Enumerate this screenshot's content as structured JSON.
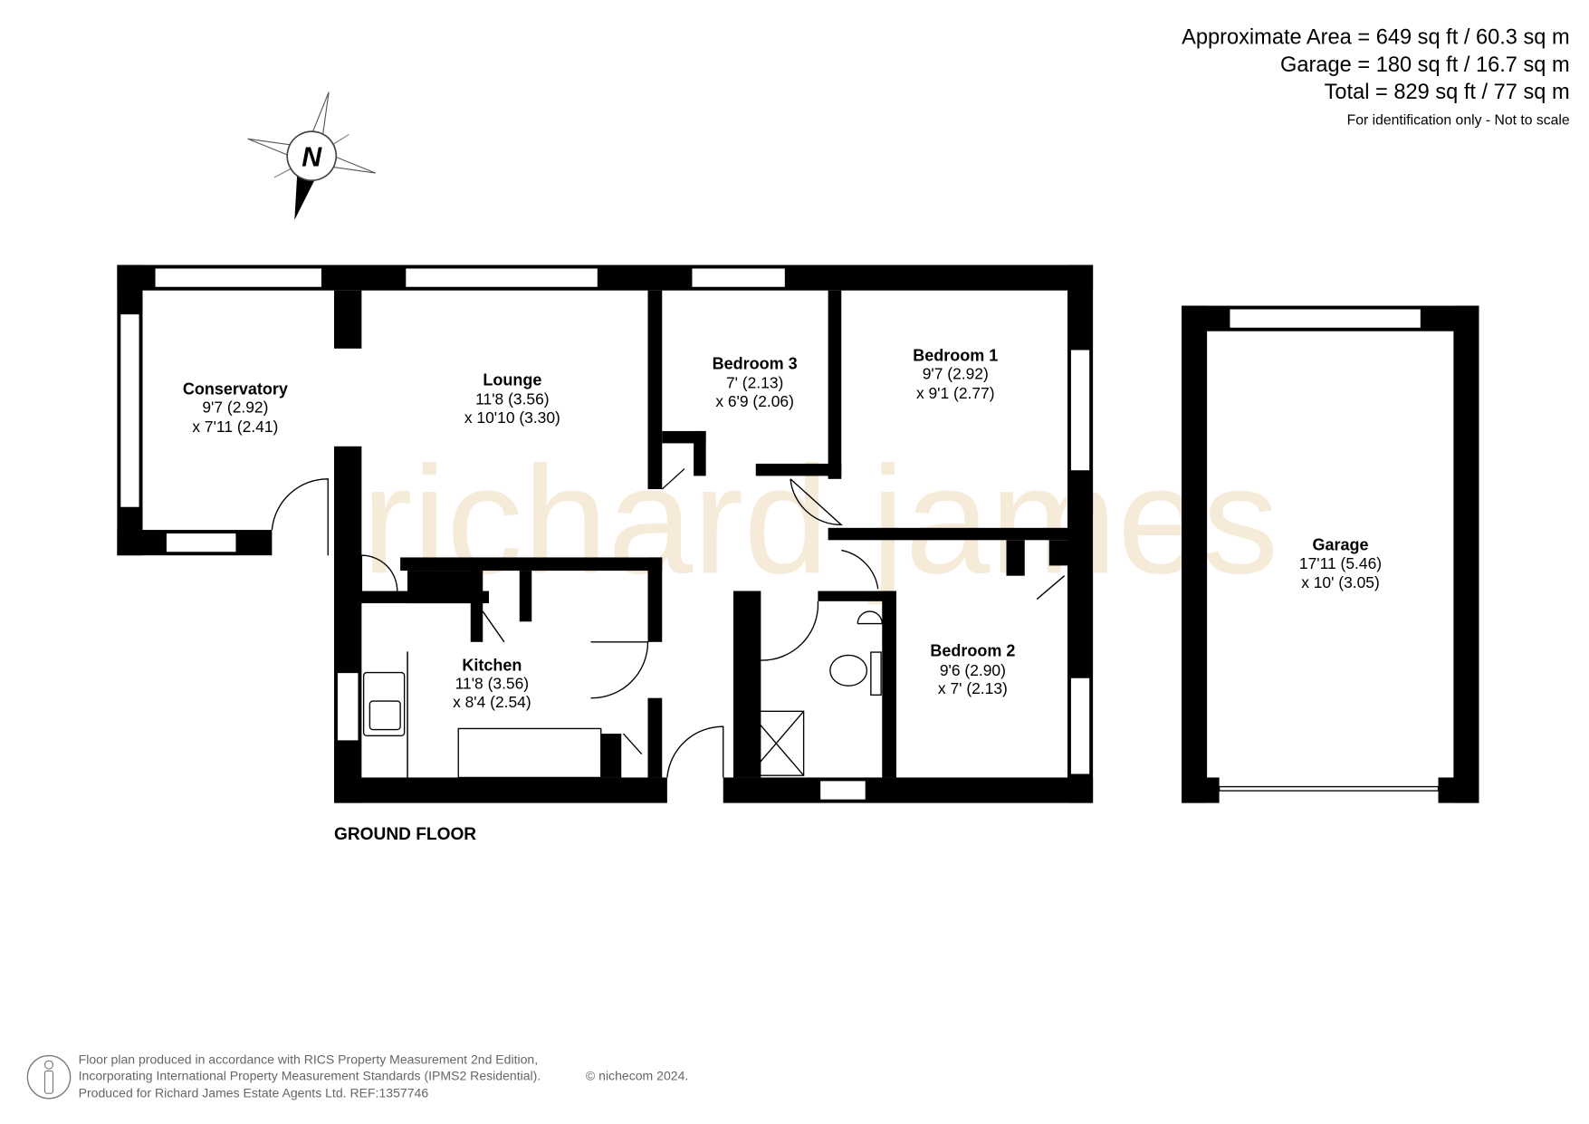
{
  "areas": {
    "approximate": "Approximate Area = 649 sq ft / 60.3 sq m",
    "garage": "Garage = 180 sq ft / 16.7 sq m",
    "total": "Total = 829 sq ft / 77 sq m",
    "note": "For identification only - Not to scale"
  },
  "compass": {
    "label": "N"
  },
  "watermark": "richard james",
  "floor_label": "GROUND FLOOR",
  "rooms": {
    "conservatory": {
      "name": "Conservatory",
      "dim1": "9'7 (2.92)",
      "dim2": "x 7'11 (2.41)"
    },
    "lounge": {
      "name": "Lounge",
      "dim1": "11'8 (3.56)",
      "dim2": "x 10'10 (3.30)"
    },
    "bedroom3": {
      "name": "Bedroom 3",
      "dim1": "7' (2.13)",
      "dim2": "x 6'9 (2.06)"
    },
    "bedroom1": {
      "name": "Bedroom 1",
      "dim1": "9'7 (2.92)",
      "dim2": "x 9'1 (2.77)"
    },
    "kitchen": {
      "name": "Kitchen",
      "dim1": "11'8 (3.56)",
      "dim2": "x 8'4 (2.54)"
    },
    "bedroom2": {
      "name": "Bedroom 2",
      "dim1": "9'6 (2.90)",
      "dim2": "x 7' (2.13)"
    },
    "garage": {
      "name": "Garage",
      "dim1": "17'11 (5.46)",
      "dim2": "x 10' (3.05)"
    }
  },
  "footer": {
    "line1": "Floor plan produced in accordance with RICS Property Measurement 2nd Edition,",
    "line2": "Incorporating International Property Measurement Standards (IPMS2 Residential).",
    "copyright": "© nichecom 2024.",
    "line3": "Produced for Richard James Estate Agents Ltd.   REF:1357746"
  }
}
